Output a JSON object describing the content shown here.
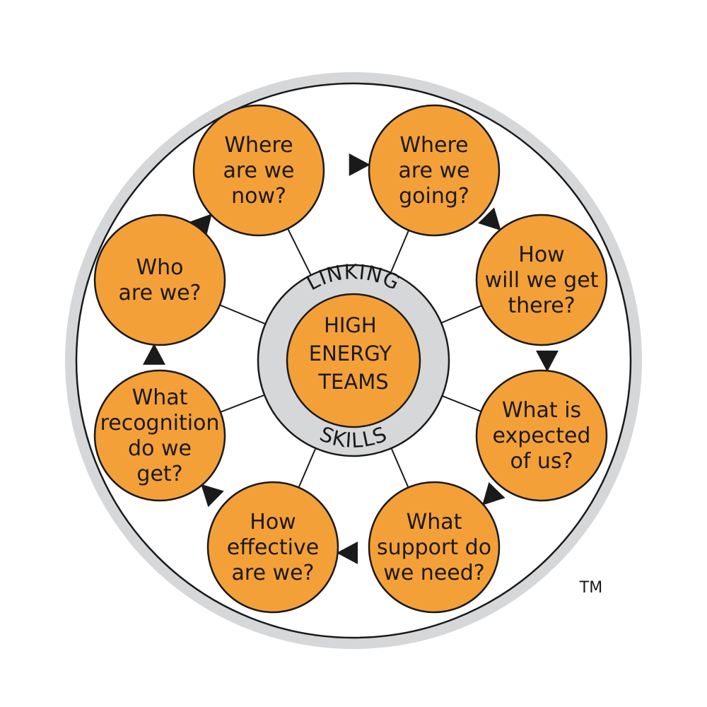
{
  "colors": {
    "orange": "#F4A038",
    "ring_gray": "#D6D7D9",
    "outline": "#1a1a1a",
    "background": "#FFFFFF"
  },
  "center": {
    "lines": [
      "HIGH",
      "ENERGY",
      "TEAMS"
    ]
  },
  "ring": {
    "top_label": "LINKING",
    "bottom_label": "SKILLS"
  },
  "trademark": "TM",
  "nodes": [
    {
      "id": "where-are-we-now",
      "lines": [
        "Where",
        "are we",
        "now?"
      ]
    },
    {
      "id": "where-are-we-going",
      "lines": [
        "Where",
        "are we",
        "going?"
      ]
    },
    {
      "id": "how-will-we-get-there",
      "lines": [
        "How",
        "will we get",
        "there?"
      ]
    },
    {
      "id": "what-is-expected-of-us",
      "lines": [
        "What is",
        "expected",
        "of us?"
      ]
    },
    {
      "id": "what-support-do-we-need",
      "lines": [
        "What",
        "support do",
        "we need?"
      ]
    },
    {
      "id": "how-effective-are-we",
      "lines": [
        "How",
        "effective",
        "are we?"
      ]
    },
    {
      "id": "what-recognition-do-we-get",
      "lines": [
        "What",
        "recognition",
        "do we",
        "get?"
      ]
    },
    {
      "id": "who-are-we",
      "lines": [
        "Who",
        "are we?"
      ]
    }
  ]
}
